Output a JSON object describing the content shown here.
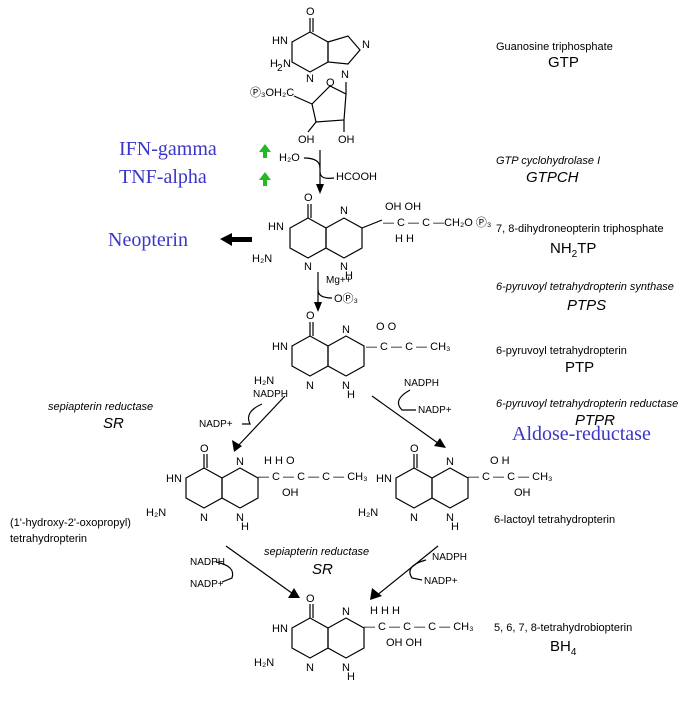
{
  "colors": {
    "cytokine_text": "#3b35c8",
    "up_arrow": "#22b922",
    "ink": "#000000"
  },
  "icons": {
    "up_arrow": "green-up-arrow-icon",
    "out_arrow": "thick-left-arrow-icon"
  },
  "cytokines": [
    {
      "label": "IFN-gamma"
    },
    {
      "label": "TNF-alpha"
    }
  ],
  "side_products": {
    "neopterin": "Neopterin",
    "aldose_reductase": "Aldose-reductase"
  },
  "steps": [
    {
      "compound": "Guanosine triphosphate",
      "abbrev": "GTP"
    },
    {
      "enzyme": "GTP cyclohydrolase I",
      "abbrev": "GTPCH"
    },
    {
      "compound": "7, 8-dihydroneopterin triphosphate",
      "abbrev": "NH2TP"
    },
    {
      "enzyme": "6-pyruvoyl tetrahydropterin synthase",
      "abbrev": "PTPS"
    },
    {
      "compound": "6-pyruvoyl tetrahydropterin",
      "abbrev": "PTP"
    },
    {
      "enzyme": "6-pyruvoyl tetrahydropterin reductase",
      "abbrev": "PTPR"
    },
    {
      "compound": "6-lactoyl tetrahydropterin"
    },
    {
      "compound": "5, 6, 7, 8-tetrahydrobiopterin",
      "abbrev": "BH4"
    }
  ],
  "left_branch": {
    "enzyme": "sepiapterin reductase",
    "abbrev": "SR",
    "compound_line1": "(1'-hydroxy-2'-oxopropyl)",
    "compound_line2": "tetrahydropterin"
  },
  "bottom_enzyme": {
    "name": "sepiapterin reductase",
    "abbrev": "SR"
  },
  "cofactors": {
    "nadph": "NADPH",
    "nadp": "NADP+",
    "h2o": "H₂O",
    "hcooh": "HCOOH",
    "mg": "Mg++",
    "pppi": "OⓅ₃"
  }
}
